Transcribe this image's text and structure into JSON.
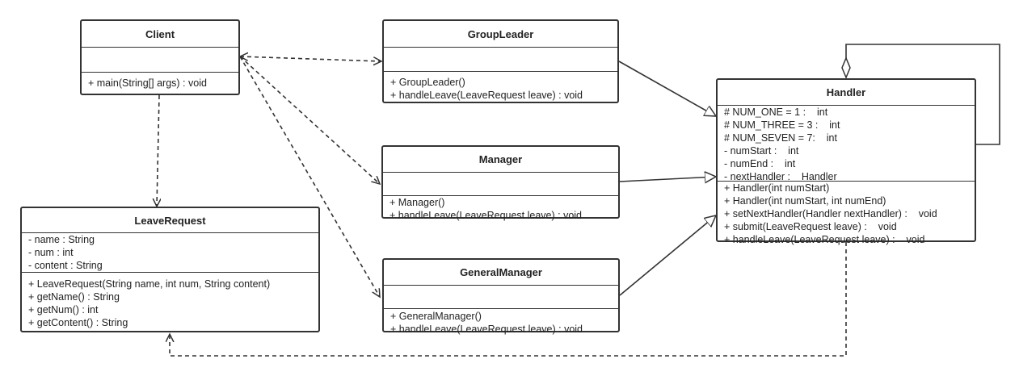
{
  "classes": {
    "client": {
      "name": "Client",
      "attributes": [],
      "operations": [
        "+ main(String[] args) : void"
      ]
    },
    "groupleader": {
      "name": "GroupLeader",
      "attributes": [],
      "operations": [
        "+ GroupLeader()",
        "+ handleLeave(LeaveRequest leave) : void"
      ]
    },
    "manager": {
      "name": "Manager",
      "attributes": [],
      "operations": [
        "+ Manager()",
        "+ handleLeave(LeaveRequest leave) : void"
      ]
    },
    "generalmanager": {
      "name": "GeneralManager",
      "attributes": [],
      "operations": [
        "+ GeneralManager()",
        "+ handleLeave(LeaveRequest leave) : void"
      ]
    },
    "leaverequest": {
      "name": "LeaveRequest",
      "attributes": [
        "- name : String",
        "- num : int",
        "- content : String"
      ],
      "operations": [
        "+ LeaveRequest(String name, int num, String content)",
        "+ getName() : String",
        "+ getNum() : int",
        "+ getContent() : String"
      ]
    },
    "handler": {
      "name": "Handler",
      "attributes": [
        "# NUM_ONE = 1 :    int",
        "# NUM_THREE = 3 :    int",
        "# NUM_SEVEN = 7:    int",
        "- numStart :    int",
        "- numEnd :    int",
        "- nextHandler :    Handler"
      ],
      "operations": [
        "+ Handler(int numStart)",
        "+ Handler(int numStart, int numEnd)",
        "+ setNextHandler(Handler nextHandler) :    void",
        "+ submit(LeaveRequest leave) :    void",
        "+ handleLeave(LeaveRequest leave) :    void"
      ]
    }
  },
  "relations": [
    {
      "type": "dependency",
      "from": "client",
      "to": "groupleader"
    },
    {
      "type": "dependency",
      "from": "client",
      "to": "manager"
    },
    {
      "type": "dependency",
      "from": "client",
      "to": "generalmanager"
    },
    {
      "type": "dependency",
      "from": "client",
      "to": "leaverequest"
    },
    {
      "type": "generalization",
      "from": "groupleader",
      "to": "handler"
    },
    {
      "type": "generalization",
      "from": "manager",
      "to": "handler"
    },
    {
      "type": "generalization",
      "from": "generalmanager",
      "to": "handler"
    },
    {
      "type": "aggregation",
      "from": "handler",
      "to": "handler"
    },
    {
      "type": "dependency",
      "from": "handler",
      "to": "leaverequest"
    }
  ],
  "colors": {
    "line": "#333333",
    "background": "#ffffff"
  }
}
